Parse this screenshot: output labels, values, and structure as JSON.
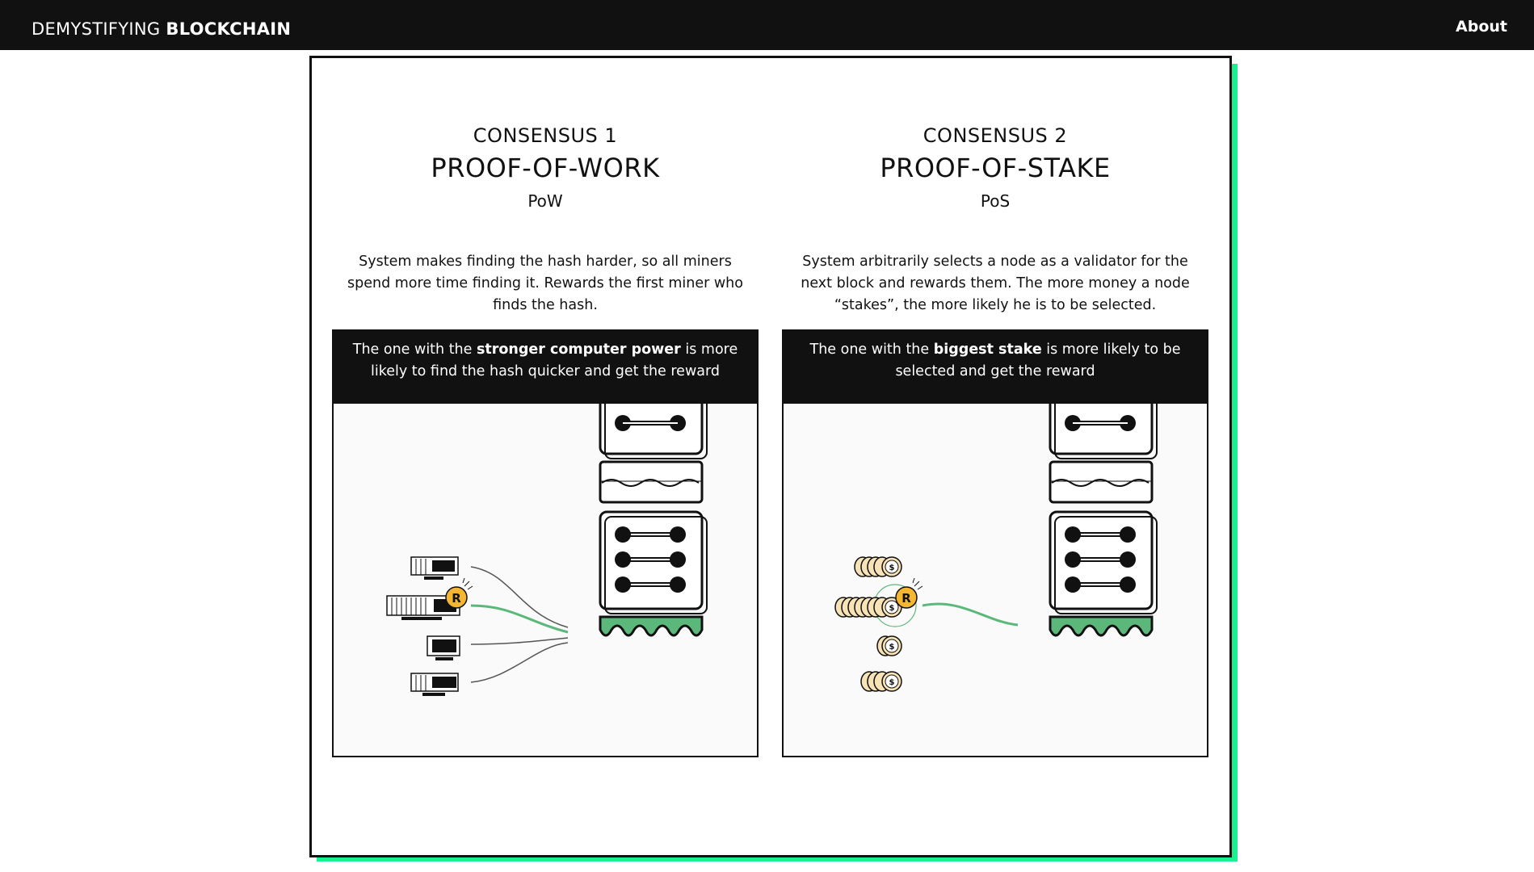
{
  "header": {
    "brand_light": "DEMYSTIFYING",
    "brand_bold": "BLOCKCHAIN",
    "about_label": "About"
  },
  "consensus": [
    {
      "eyebrow": "CONSENSUS 1",
      "title": "PROOF-OF-WORK",
      "abbr": "PoW",
      "description": "System makes finding the hash harder, so all miners spend more time finding it. Rewards the first miner who finds the hash.",
      "callout_pre": "The one with the ",
      "callout_bold": "stronger computer power",
      "callout_post": " is more likely to find the hash quicker and get the reward",
      "reward_badge": "R"
    },
    {
      "eyebrow": "CONSENSUS 2",
      "title": "PROOF-OF-STAKE",
      "abbr": "PoS",
      "description": "System arbitrarily selects a node as a validator for the next block and rewards them. The more money a node “stakes”, the more likely he is to be selected.",
      "callout_pre": "The one with the ",
      "callout_bold": "biggest stake",
      "callout_post": " is more likely to be selected and get the reward",
      "reward_badge": "R",
      "coin_symbol": "$"
    }
  ],
  "colors": {
    "accent_shadow": "#19f08f",
    "chain_green": "#5cb87a",
    "reward_gold": "#f5b731",
    "dark": "#111111"
  }
}
